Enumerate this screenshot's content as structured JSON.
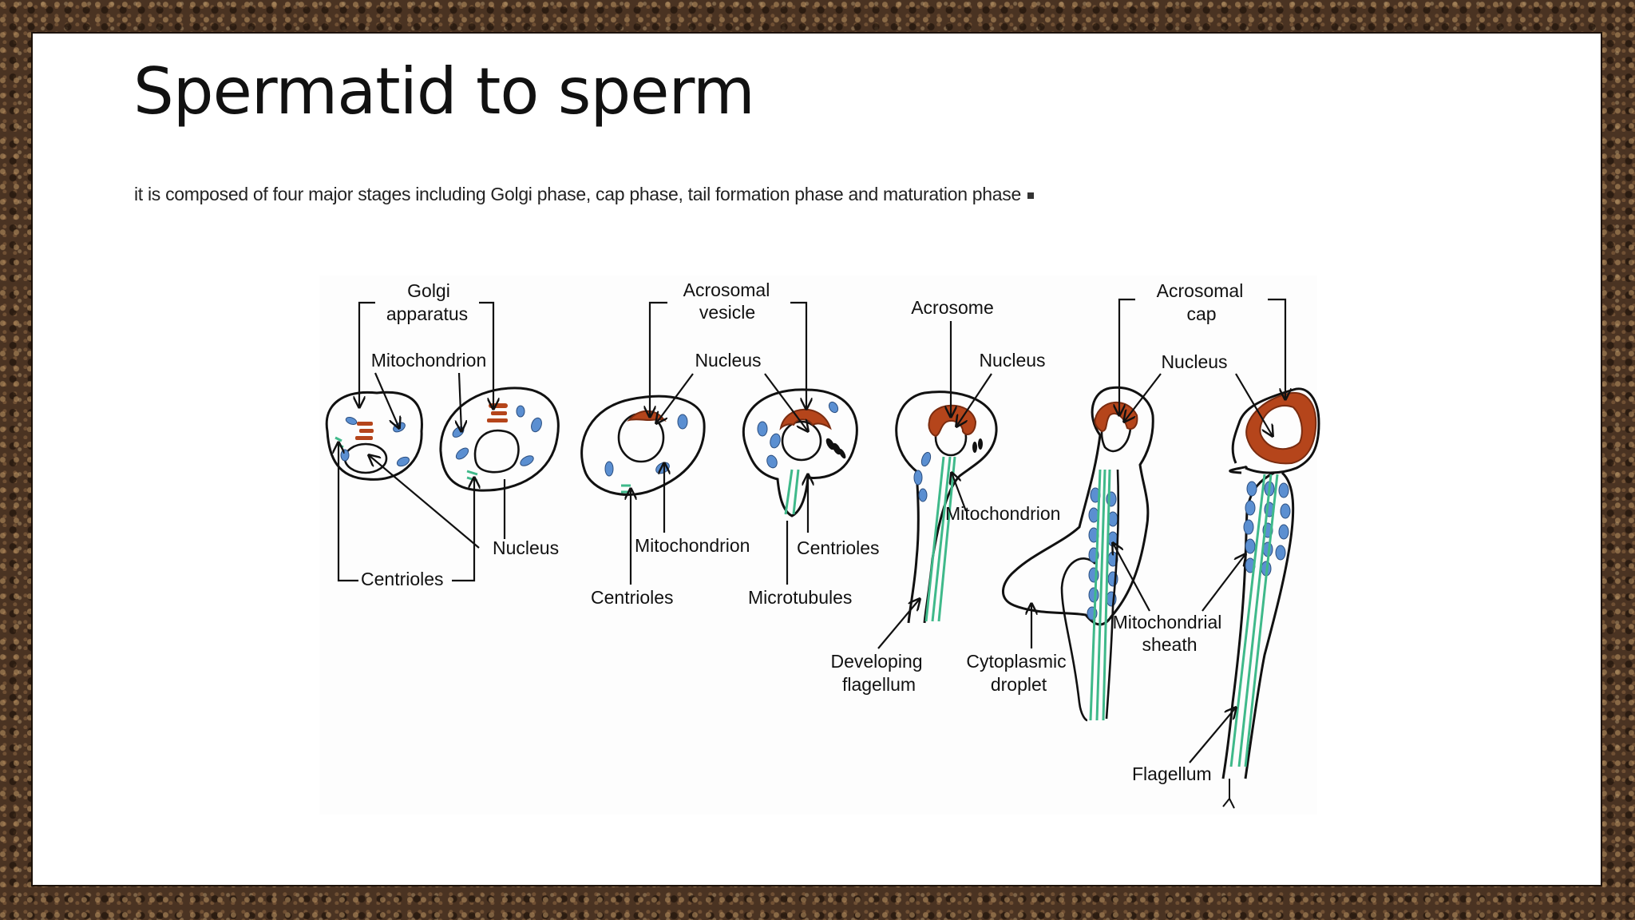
{
  "slide": {
    "title": "Spermatid to sperm",
    "subtitle": "it is composed of four major stages including Golgi phase, cap phase, tail formation phase and maturation phase"
  },
  "diagram": {
    "labels": {
      "golgi_1": "Golgi",
      "golgi_2": "apparatus",
      "mitochondrion_1": "Mitochondrion",
      "nucleus_1": "Nucleus",
      "centrioles_1": "Centrioles",
      "acrosomal_vesicle_1": "Acrosomal",
      "acrosomal_vesicle_2": "vesicle",
      "nucleus_2": "Nucleus",
      "mitochondrion_2": "Mitochondrion",
      "centrioles_2": "Centrioles",
      "centrioles_3": "Centrioles",
      "microtubules": "Microtubules",
      "acrosome": "Acrosome",
      "nucleus_3": "Nucleus",
      "mitochondrion_3": "Mitochondrion",
      "developing_flagellum_1": "Developing",
      "developing_flagellum_2": "flagellum",
      "acrosomal_cap_1": "Acrosomal",
      "acrosomal_cap_2": "cap",
      "nucleus_4": "Nucleus",
      "cytoplasmic_droplet_1": "Cytoplasmic",
      "cytoplasmic_droplet_2": "droplet",
      "mitochondrial_sheath_1": "Mitochondrial",
      "mitochondrial_sheath_2": "sheath",
      "flagellum": "Flagellum"
    },
    "colors": {
      "acrosome": "#b5451b",
      "mitochondria": "#5b8fd1",
      "microtubules": "#3fb98a",
      "outline": "#111111"
    }
  }
}
